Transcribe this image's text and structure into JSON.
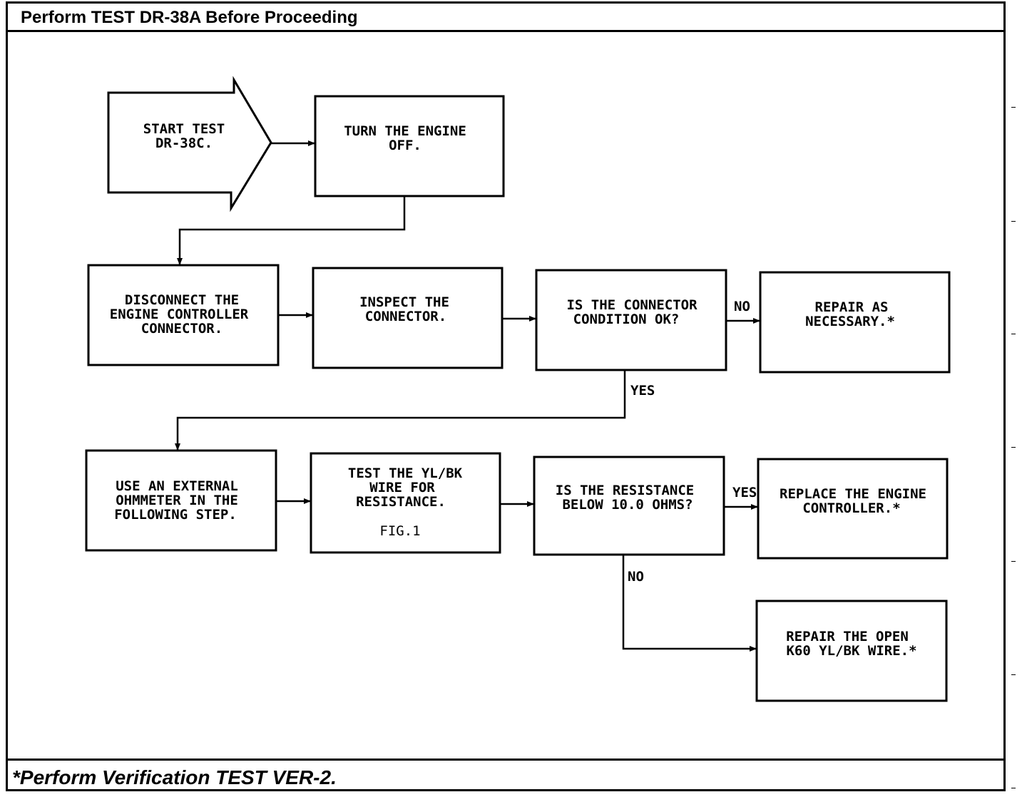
{
  "header": {
    "title": "Perform TEST DR-38A Before Proceeding"
  },
  "footer": {
    "note": "*Perform Verification TEST VER-2."
  },
  "steps": {
    "start": [
      "START TEST",
      "DR-38C."
    ],
    "engine_off": [
      "TURN THE ENGINE",
      "OFF."
    ],
    "disconnect": [
      "DISCONNECT THE",
      "ENGINE CONTROLLER",
      "CONNECTOR."
    ],
    "inspect": [
      "INSPECT THE",
      "CONNECTOR."
    ],
    "connector_ok": [
      "IS THE CONNECTOR",
      "CONDITION OK?"
    ],
    "repair_necessary": [
      "REPAIR AS",
      "NECESSARY.*"
    ],
    "ohmmeter": [
      "USE AN EXTERNAL",
      "OHMMETER IN THE",
      "FOLLOWING STEP."
    ],
    "test_wire": [
      "TEST THE YL/BK",
      "WIRE FOR",
      "RESISTANCE."
    ],
    "fig": "FIG.1",
    "resistance_q": [
      "IS THE RESISTANCE",
      "BELOW 10.0 OHMS?"
    ],
    "replace": [
      "REPLACE THE ENGINE",
      "CONTROLLER.*"
    ],
    "repair_open": [
      "REPAIR THE OPEN",
      "K60 YL/BK WIRE.*"
    ]
  },
  "labels": {
    "no": "NO",
    "yes": "YES"
  }
}
